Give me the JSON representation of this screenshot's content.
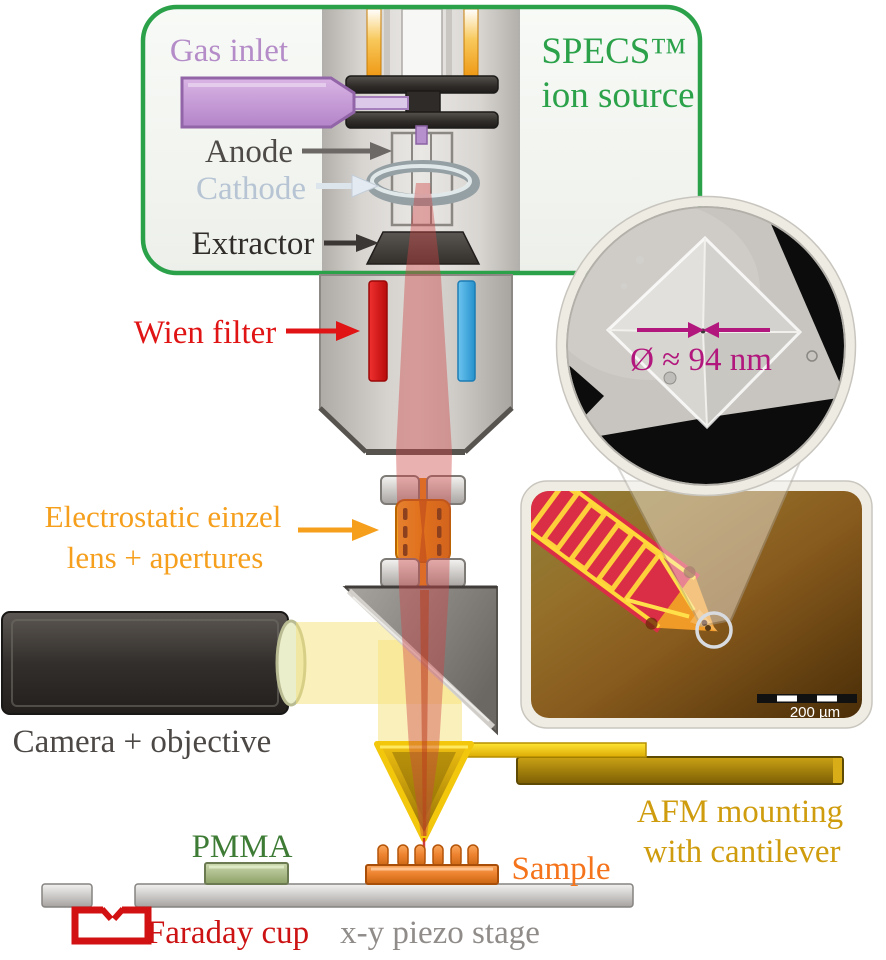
{
  "figure": {
    "ion_source_box": {
      "title_line1": "SPECS™",
      "title_line2": "ion source",
      "gas_inlet": "Gas inlet",
      "anode": "Anode",
      "cathode": "Cathode",
      "extractor": "Extractor"
    },
    "beamline": {
      "wien_filter": "Wien filter",
      "einzel_line1": "Electrostatic einzel",
      "einzel_line2": "lens + apertures"
    },
    "optics": {
      "camera": "Camera + objective"
    },
    "stage": {
      "pmma": "PMMA",
      "sample": "Sample",
      "faraday_cup": "Faraday cup",
      "piezo": "x-y piezo stage",
      "afm_line1": "AFM mounting",
      "afm_line2": "with cantilever"
    },
    "insets": {
      "sem_diameter": "Ø ≈ 94 nm",
      "optical_scale": "200 µm"
    }
  },
  "colors": {
    "green": "#2ba24a",
    "purple": "#b48cc8",
    "anode_gray": "#4d4a47",
    "cathode_blue": "#b6c4d4",
    "extractor_black": "#2f2c2a",
    "red": "#e01414",
    "wien_blue": "#3fa9e0",
    "orange": "#f59f1d",
    "camera_gray": "#4c4846",
    "pmma_green": "#3e7c36",
    "sample_orange": "#f5731a",
    "faraday_red": "#cc1212",
    "stage_gray": "#908c8a",
    "afm_gold": "#cf9c0d",
    "magenta": "#b1177c",
    "scale_white": "#ffffff"
  }
}
